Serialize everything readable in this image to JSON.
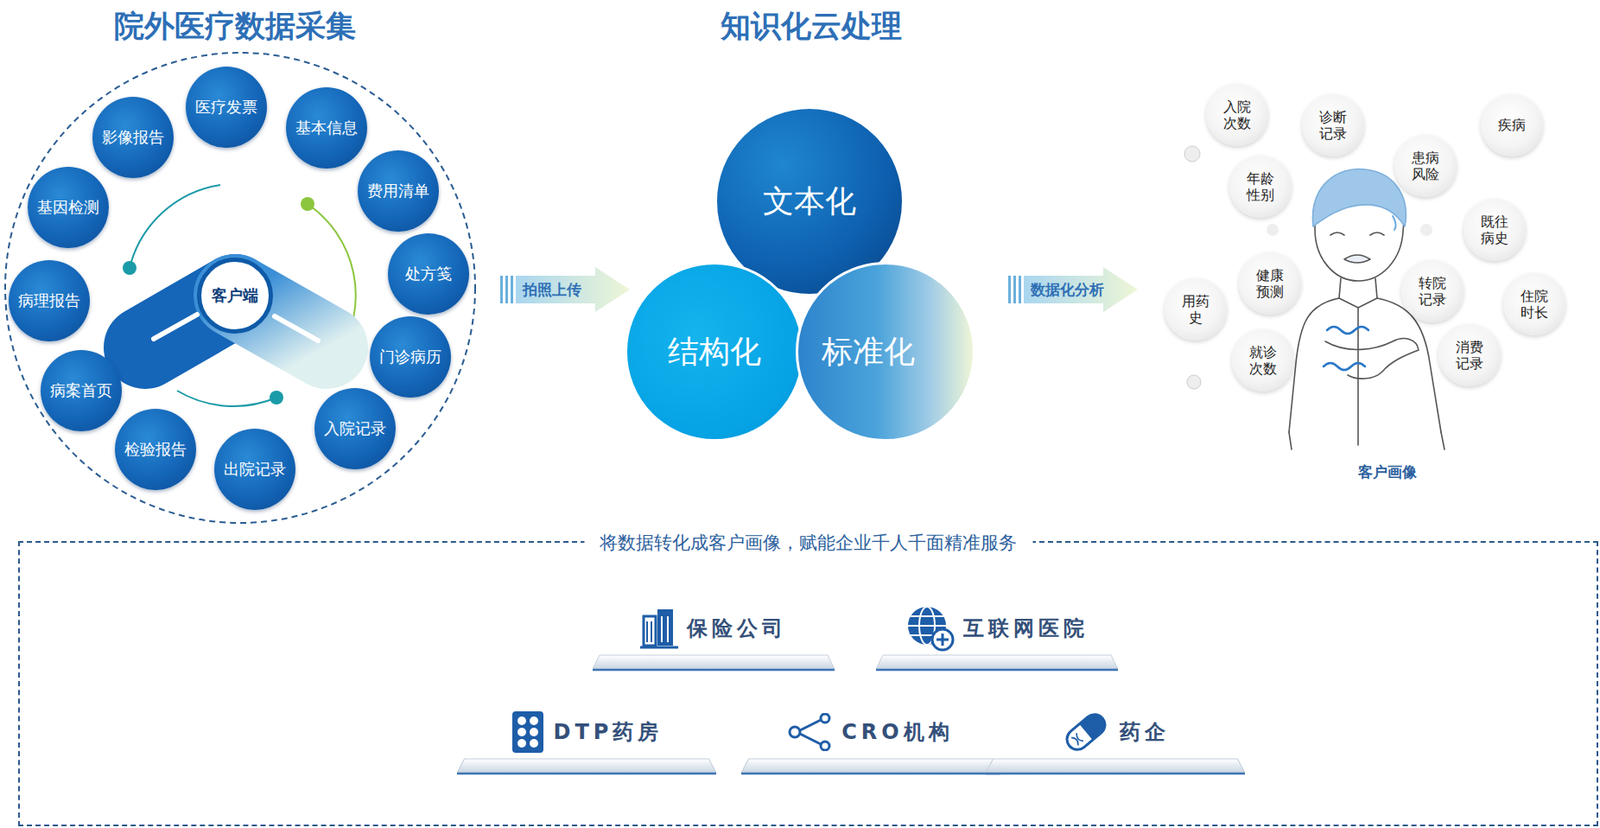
{
  "diagram": {
    "nodes": [
      {
        "text": [
          "医疗发票"
        ]
      },
      {
        "text": [
          "基本信息"
        ]
      },
      {
        "text": [
          "费用清单"
        ]
      },
      {
        "text": [
          "处方笺"
        ]
      },
      {
        "text": [
          "门诊病历"
        ]
      },
      {
        "text": [
          "入院记录"
        ]
      },
      {
        "text": [
          "出院记录"
        ]
      },
      {
        "text": [
          "检验报告"
        ]
      },
      {
        "text": [
          "病案首页"
        ]
      },
      {
        "text": [
          "病理报告"
        ]
      },
      {
        "text": [
          "基因检测"
        ]
      },
      {
        "text": [
          "影像报告"
        ]
      },
      {
        "text": [
          "客户端"
        ]
      },
      {
        "text": [
          "拍照上传"
        ]
      },
      {
        "text": [
          "文本化"
        ]
      },
      {
        "text": [
          "结构化"
        ]
      },
      {
        "text": [
          "标准化"
        ]
      },
      {
        "text": [
          "数据化分析"
        ]
      },
      {
        "text": [
          "入院 次数"
        ]
      },
      {
        "text": [
          "诊断 记录"
        ]
      },
      {
        "text": [
          "疾病"
        ]
      },
      {
        "text": [
          "患病 风险"
        ]
      },
      {
        "text": [
          "年龄 性别"
        ]
      },
      {
        "text": [
          "既往 病史"
        ]
      },
      {
        "text": [
          "健康 预测"
        ]
      },
      {
        "text": [
          "转院 记录"
        ]
      },
      {
        "text": [
          "住院 时长"
        ]
      },
      {
        "text": [
          "用药 史"
        ]
      },
      {
        "text": [
          "就诊 次数"
        ]
      },
      {
        "text": [
          "消费 记录"
        ]
      },
      {
        "text": [
          "将数据转化成客户画像，赋能企业千人千面精准服务"
        ]
      },
      {
        "text": [
          "保险公司"
        ],
        "in": 30
      },
      {
        "text": [
          "互联网医院"
        ],
        "in": 30
      },
      {
        "text": [
          "DTP药房"
        ],
        "in": 30
      },
      {
        "text": [
          "CRO机构"
        ],
        "in": 30
      },
      {
        "text": [
          "药企"
        ],
        "in": 30
      }
    ],
    "labels": [
      "院外医疗数据采集",
      "知识化云处理",
      "客户画像"
    ]
  }
}
